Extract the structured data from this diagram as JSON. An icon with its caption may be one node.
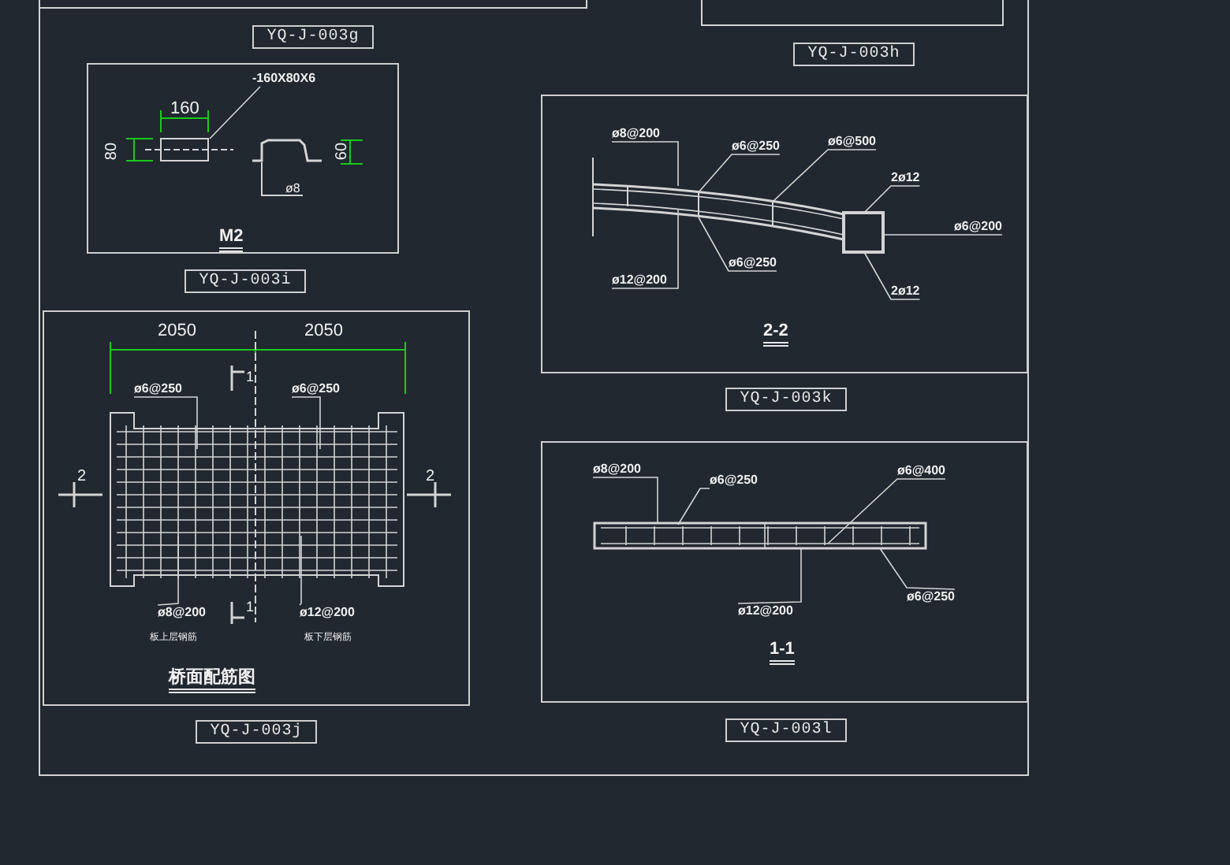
{
  "diagram": {
    "nodes": [
      {
        "text": [
          "YQ-J-003g"
        ]
      },
      {
        "text": [
          "YQ-J-003h"
        ]
      },
      {
        "text": [
          "M2"
        ]
      },
      {
        "text": [
          "-160X80X6"
        ],
        "in": 2
      },
      {
        "text": [
          "YQ-J-003i"
        ]
      },
      {
        "text": [
          "2-2"
        ]
      },
      {
        "text": [
          "ø8@200"
        ],
        "in": 5
      },
      {
        "text": [
          "ø6@250"
        ],
        "in": 5
      },
      {
        "text": [
          "ø6@500"
        ],
        "in": 5
      },
      {
        "text": [
          "2ø12"
        ],
        "in": 5
      },
      {
        "text": [
          "ø6@200"
        ],
        "in": 5
      },
      {
        "text": [
          "ø6@250"
        ],
        "in": 5
      },
      {
        "text": [
          "2ø12"
        ],
        "in": 5
      },
      {
        "text": [
          "ø12@200"
        ],
        "in": 5
      },
      {
        "text": [
          "YQ-J-003k"
        ]
      },
      {
        "text": [
          "桥面配筋图"
        ]
      },
      {
        "text": [
          "ø6@250"
        ],
        "in": 15
      },
      {
        "text": [
          "ø6@250"
        ],
        "in": 15
      },
      {
        "text": [
          "ø8@200"
        ],
        "in": 15
      },
      {
        "text": [
          "ø12@200"
        ],
        "in": 15
      },
      {
        "text": [
          "YQ-J-003j"
        ]
      },
      {
        "text": [
          "1-1"
        ]
      },
      {
        "text": [
          "ø8@200"
        ],
        "in": 21
      },
      {
        "text": [
          "ø6@250"
        ],
        "in": 21
      },
      {
        "text": [
          "ø6@400"
        ],
        "in": 21
      },
      {
        "text": [
          "ø6@250"
        ],
        "in": 21
      },
      {
        "text": [
          "ø12@200"
        ],
        "in": 21
      },
      {
        "text": [
          "YQ-J-003l"
        ]
      },
      {
        "text": [],
        "shape": "picture",
        "in": 2
      },
      {
        "text": [],
        "shape": "picture",
        "in": 5
      },
      {
        "text": [],
        "shape": "picture",
        "in": 15
      },
      {
        "text": [],
        "shape": "picture",
        "in": 21
      }
    ],
    "edges": [
      {
        "from": 3,
        "to": 28,
        "arrow": "none"
      },
      {
        "from": 6,
        "to": 29,
        "arrow": "none"
      },
      {
        "from": 7,
        "to": 29,
        "arrow": "none"
      },
      {
        "from": 8,
        "to": 29,
        "arrow": "none"
      },
      {
        "from": 9,
        "to": 29,
        "arrow": "none"
      },
      {
        "from": 10,
        "to": 29,
        "arrow": "none"
      },
      {
        "from": 11,
        "to": 29,
        "arrow": "none"
      },
      {
        "from": 12,
        "to": 29,
        "arrow": "none"
      },
      {
        "from": 13,
        "to": 29,
        "arrow": "none"
      },
      {
        "from": 16,
        "to": 30,
        "arrow": "none"
      },
      {
        "from": 17,
        "to": 30,
        "arrow": "none"
      },
      {
        "from": 18,
        "to": 30,
        "arrow": "none"
      },
      {
        "from": 19,
        "to": 30,
        "arrow": "none"
      },
      {
        "from": 22,
        "to": 31,
        "arrow": "none"
      },
      {
        "from": 23,
        "to": 31,
        "arrow": "none"
      },
      {
        "from": 24,
        "to": 31,
        "arrow": "none"
      },
      {
        "from": 25,
        "to": 31,
        "arrow": "none"
      },
      {
        "from": 26,
        "to": 31,
        "arrow": "none"
      }
    ],
    "labels": [
      "160",
      "80",
      "60",
      "ø8",
      "2050",
      "2050",
      "1",
      "2",
      "2",
      "板上层钢筋",
      "板下层钢筋",
      "1"
    ]
  }
}
